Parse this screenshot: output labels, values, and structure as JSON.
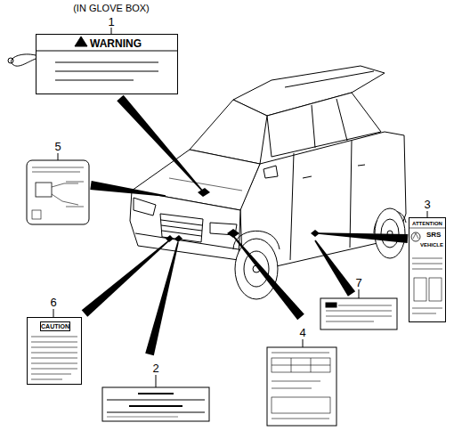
{
  "diagram": {
    "nodes": [
      {
        "text": [
          "WARNING"
        ]
      },
      {
        "text": [
          "ATTENTION",
          "SRS",
          "VEHICLE"
        ]
      },
      {
        "text": [
          "CAUTION"
        ]
      }
    ],
    "labels": [
      "(IN GLOVE BOX)",
      "1",
      "2",
      "3",
      "4",
      "5",
      "6",
      "7"
    ]
  }
}
